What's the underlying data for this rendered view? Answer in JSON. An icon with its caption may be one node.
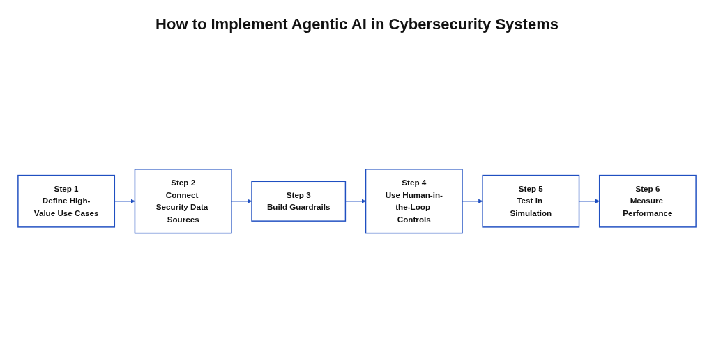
{
  "diagram": {
    "title": "How to Implement Agentic AI in Cybersecurity Systems",
    "nodes": [
      {
        "text": [
          "Step 1",
          "Define High-Value Use Cases"
        ]
      },
      {
        "text": [
          "Step 2",
          "Connect Security Data Sources"
        ]
      },
      {
        "text": [
          "Step 3",
          "Build Guardrails"
        ]
      },
      {
        "text": [
          "Step 4",
          "Use Human-in-the-Loop Controls"
        ]
      },
      {
        "text": [
          "Step 5",
          "Test in Simulation"
        ]
      },
      {
        "text": [
          "Step 6",
          "Measure Performance"
        ]
      }
    ],
    "edges": [
      {
        "from": 0,
        "to": 1,
        "arrow": "to"
      },
      {
        "from": 1,
        "to": 2,
        "arrow": "to"
      },
      {
        "from": 2,
        "to": 3,
        "arrow": "to"
      },
      {
        "from": 3,
        "to": 4,
        "arrow": "to"
      },
      {
        "from": 4,
        "to": 5,
        "arrow": "to"
      }
    ]
  }
}
